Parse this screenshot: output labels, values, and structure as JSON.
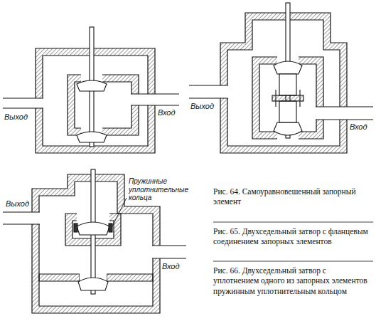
{
  "diagram": {
    "labels": [
      "Выход",
      "Вход",
      "Выход",
      "Вход",
      "Выход",
      "Пружинные уплотнительные кольца",
      "Вход",
      "Рис. 64. Самоуравновешенный запорный элемент",
      "Рис. 65. Двухседельный затвор с фланцевым соединением запорных элементов",
      "Рис. 66. Двухседельный затвор с уплотнением одного из запорных элементов пружинным уплотнительным кольцом"
    ]
  }
}
